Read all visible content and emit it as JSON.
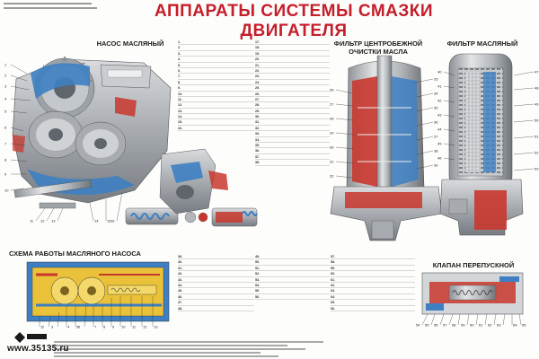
{
  "poster": {
    "title": "АППАРАТЫ СИСТЕМЫ СМАЗКИ ДВИГАТЕЛЯ",
    "watermark": "www.35135.ru"
  },
  "sections": {
    "oil_pump": "НАСОС МАСЛЯНЫЙ",
    "pump_scheme": "СХЕМА РАБОТЫ МАСЛЯНОГО НАСОСА",
    "centrifugal_filter": [
      "ФИЛЬТР ЦЕНТРОБЕЖНОЙ",
      "ОЧИСТКИ МАСЛА"
    ],
    "oil_filter": "ФИЛЬТР МАСЛЯНЫЙ",
    "bypass_valve": "КЛАПАН ПЕРЕПУСКНОЙ"
  },
  "legends": {
    "col1_top": [
      "1.",
      "2.",
      "3.",
      "4.",
      "5.",
      "6.",
      "7.",
      "8.",
      "9.",
      "10.",
      "11.",
      "12.",
      "13.",
      "14.",
      "15.",
      "16."
    ],
    "col2_top": [
      "17.",
      "18.",
      "19.",
      "20.",
      "21.",
      "22.",
      "23.",
      "24.",
      "25.",
      "26.",
      "27.",
      "28.",
      "29.",
      "30.",
      "31.",
      "32.",
      "33.",
      "34.",
      "35.",
      "36.",
      "37.",
      "38."
    ],
    "col1_bottom": [
      "39.",
      "40.",
      "41.",
      "42.",
      "43.",
      "44.",
      "45.",
      "46.",
      "47.",
      "48."
    ],
    "col2_bottom": [
      "49.",
      "50.",
      "51.",
      "52.",
      "53.",
      "54.",
      "55.",
      "56."
    ],
    "col3_bottom": [
      "57.",
      "58.",
      "59.",
      "60.",
      "61.",
      "62.",
      "63.",
      "64.",
      "65.",
      "66."
    ]
  },
  "callouts": {
    "pump": [
      "1",
      "2",
      "3",
      "4",
      "5",
      "6",
      "7",
      "8",
      "9",
      "10",
      "11",
      "12",
      "13",
      "14",
      "15",
      "16"
    ],
    "scheme": [
      "1",
      "2",
      "3",
      "4",
      "5",
      "6",
      "7",
      "8",
      "9",
      "10",
      "11",
      "12",
      "13"
    ],
    "centrifugal": [
      "26",
      "27",
      "28",
      "29",
      "30",
      "31",
      "32",
      "33",
      "34",
      "35",
      "36",
      "37",
      "38",
      "39"
    ],
    "filter": [
      "40",
      "41",
      "42",
      "43",
      "44",
      "45",
      "46",
      "47",
      "48",
      "49",
      "50",
      "51",
      "52",
      "53"
    ],
    "bypass": [
      "54",
      "55",
      "56",
      "57",
      "58",
      "59",
      "60",
      "61",
      "62",
      "63",
      "64",
      "65"
    ]
  },
  "colors": {
    "title": "#c41e2a",
    "oil_blue": "#3d7fc2",
    "oil_red": "#c8372d",
    "metal": "#b9bcc0",
    "metal_dark": "#7f848a",
    "scheme_bg": "#e9c23a"
  }
}
